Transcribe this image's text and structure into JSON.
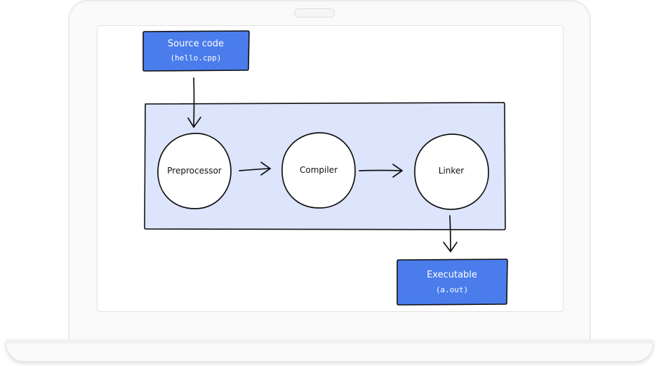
{
  "source": {
    "title": "Source code",
    "file": "(hello.cpp)"
  },
  "stages": [
    {
      "label": "Preprocessor"
    },
    {
      "label": "Compiler"
    },
    {
      "label": "Linker"
    }
  ],
  "output": {
    "title": "Executable",
    "file": "(a.out)"
  },
  "colors": {
    "box_fill": "#4A7DEB",
    "box_stroke": "#111111",
    "panel_fill": "#DCE5FB",
    "node_fill": "#FFFFFF",
    "line": "#111111"
  }
}
